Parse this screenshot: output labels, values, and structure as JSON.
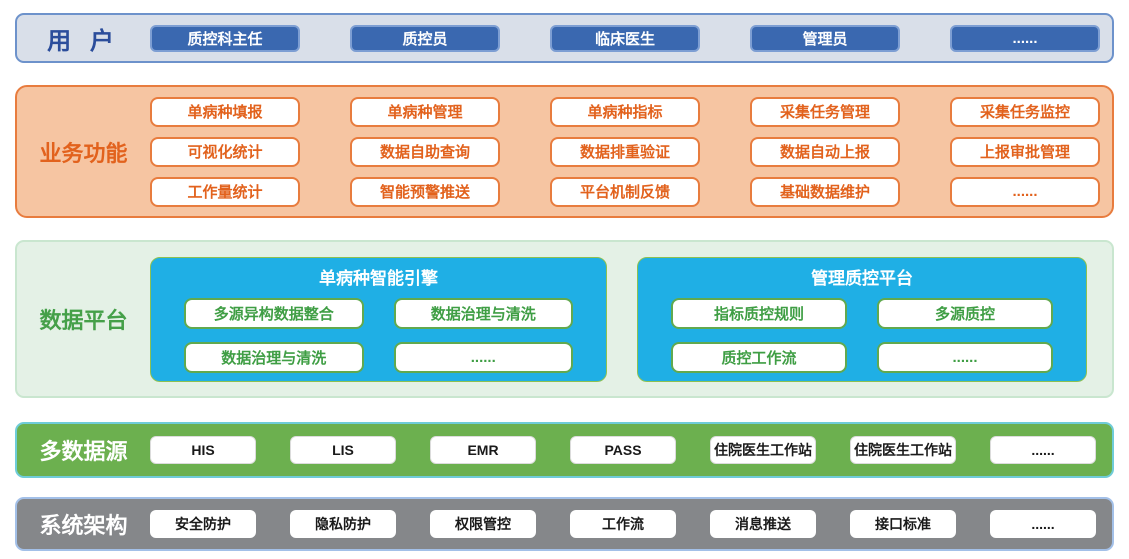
{
  "users": {
    "label": "用 户",
    "items": [
      "质控科主任",
      "质控员",
      "临床医生",
      "管理员",
      "......"
    ]
  },
  "business": {
    "label": "业务功能",
    "items": [
      "单病种填报",
      "单病种管理",
      "单病种指标",
      "采集任务管理",
      "采集任务监控",
      "可视化统计",
      "数据自助查询",
      "数据排重验证",
      "数据自动上报",
      "上报审批管理",
      "工作量统计",
      "智能预警推送",
      "平台机制反馈",
      "基础数据维护",
      "......"
    ]
  },
  "data_platform": {
    "label": "数据平台",
    "panels": [
      {
        "title": "单病种智能引擎",
        "items": [
          "多源异构数据整合",
          "数据治理与清洗",
          "数据治理与清洗",
          "......"
        ]
      },
      {
        "title": "管理质控平台",
        "items": [
          "指标质控规则",
          "多源质控",
          "质控工作流",
          "......"
        ]
      }
    ]
  },
  "data_sources": {
    "label": "多数据源",
    "items": [
      "HIS",
      "LIS",
      "EMR",
      "PASS",
      "住院医生工作站",
      "住院医生工作站",
      "......"
    ]
  },
  "architecture": {
    "label": "系统架构",
    "items": [
      "安全防护",
      "隐私防护",
      "权限管控",
      "工作流",
      "消息推送",
      "接口标准",
      "......"
    ]
  },
  "colors": {
    "user_band_bg": "#d9dfe9",
    "user_button_blue": "#3a68b0",
    "user_text_blue": "#2b4d9b",
    "business_band_bg": "#f6c5a2",
    "business_orange": "#e2621d",
    "platform_band_bg": "#e4f1e6",
    "platform_green": "#45a049",
    "panel_blue": "#1fafe5",
    "sources_green": "#6cb04f",
    "sources_border_cyan": "#6fccd8",
    "architecture_gray": "#85878a",
    "architecture_border_blue": "#a3c0e8"
  }
}
